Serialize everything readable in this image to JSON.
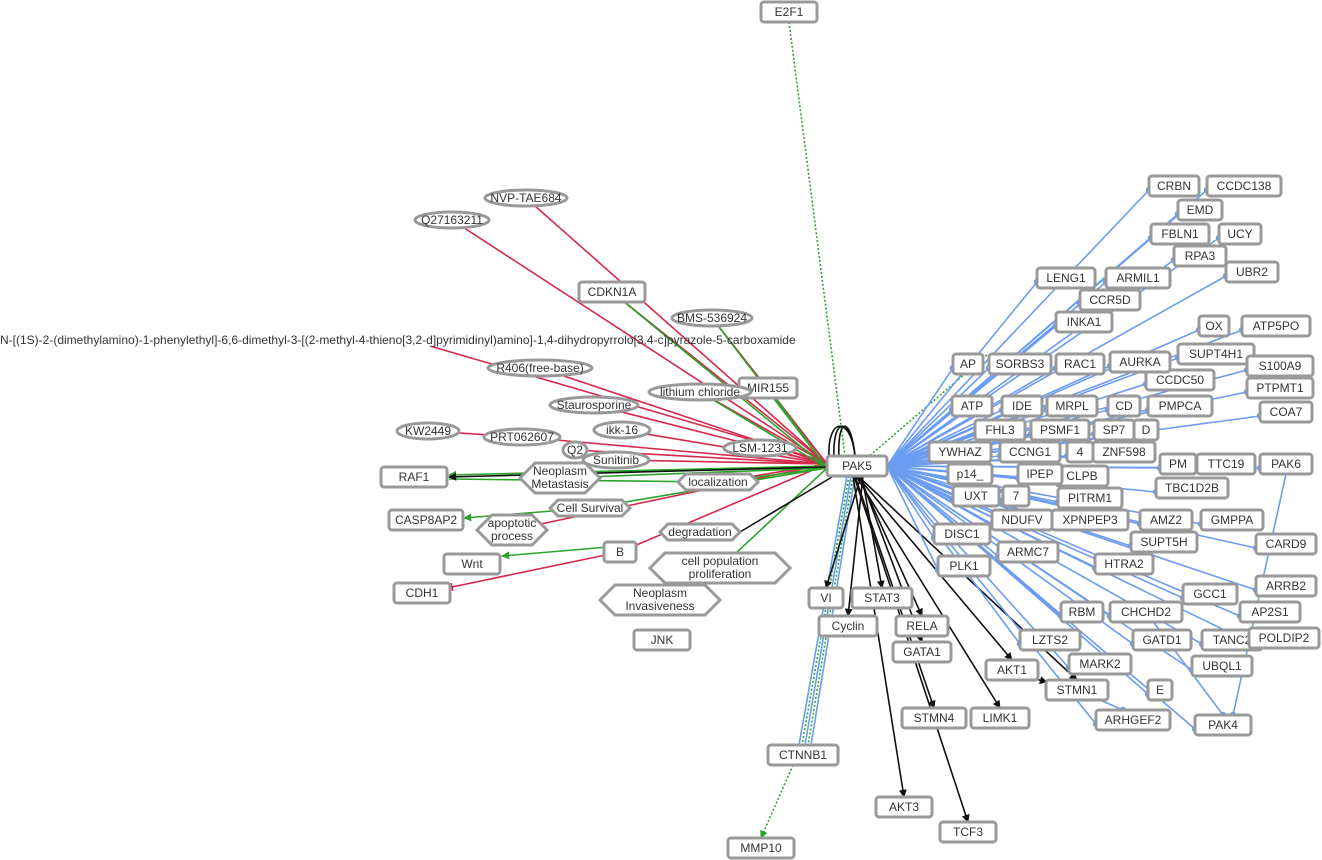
{
  "graph": {
    "title": "PAK5 interaction network",
    "colors": {
      "inhibition": "#d6284a",
      "activation": "#2aa52a",
      "binding": "#6b9cf2",
      "regulation": "#111111",
      "transcription": "#2aa52a",
      "node_border": "#999999",
      "node_fill": "#ffffff",
      "text": "#333333"
    },
    "center": "PAK5",
    "nodes": [
      {
        "id": "PAK5",
        "label": "PAK5",
        "shape": "rect"
      },
      {
        "id": "E2F1",
        "label": "E2F1",
        "shape": "rect"
      },
      {
        "id": "MMP10",
        "label": "MMP10",
        "shape": "rect"
      },
      {
        "id": "CTNNB1",
        "label": "CTNNB1",
        "shape": "rect"
      },
      {
        "id": "AKT3",
        "label": "AKT3",
        "shape": "rect"
      },
      {
        "id": "TCF3",
        "label": "TCF3",
        "shape": "rect"
      },
      {
        "id": "NVP-TAE684",
        "label": "NVP-TAE684",
        "shape": "ellipse"
      },
      {
        "id": "Q27163211",
        "label": "Q27163211",
        "shape": "ellipse"
      },
      {
        "id": "CDKN1A",
        "label": "CDKN1A",
        "shape": "rect"
      },
      {
        "id": "BMS-536924",
        "label": "BMS-536924",
        "shape": "ellipse"
      },
      {
        "id": "longchem",
        "label": "N-[(1S)-2-(dimethylamino)-1-phenylethyl]-6,6-dimethyl-3-[(2-methyl-4-thieno[3,2-d]pyrimidinyl)amino]-1,4-dihydropyrrolo[3,4-c]pyrazole-5-carboxamide",
        "shape": "ellipse"
      },
      {
        "id": "R406",
        "label": "R406(free-base)",
        "shape": "ellipse"
      },
      {
        "id": "MIR155",
        "label": "MIR155",
        "shape": "rect"
      },
      {
        "id": "lithium",
        "label": "lithium chloride",
        "shape": "ellipse"
      },
      {
        "id": "Staurosporine",
        "label": "Staurosporine",
        "shape": "ellipse"
      },
      {
        "id": "KW2449",
        "label": "KW2449",
        "shape": "ellipse"
      },
      {
        "id": "PRT062607",
        "label": "PRT062607",
        "shape": "ellipse"
      },
      {
        "id": "Q2",
        "label": "Q2",
        "shape": "ellipse"
      },
      {
        "id": "ikk-16",
        "label": "ikk-16",
        "shape": "ellipse"
      },
      {
        "id": "LSM-1231",
        "label": "LSM-1231",
        "shape": "ellipse"
      },
      {
        "id": "Sunitinib",
        "label": "Sunitinib",
        "shape": "ellipse"
      },
      {
        "id": "RAF1",
        "label": "RAF1",
        "shape": "rect"
      },
      {
        "id": "NeoMeta",
        "label": "Neoplasm Metastasis",
        "shape": "hexagon"
      },
      {
        "id": "localization",
        "label": "localization",
        "shape": "hexagon"
      },
      {
        "id": "CellSurvival",
        "label": "Cell Survival",
        "shape": "hexagon"
      },
      {
        "id": "CASP8AP2",
        "label": "CASP8AP2",
        "shape": "rect"
      },
      {
        "id": "apoptotic",
        "label": "apoptotic process",
        "shape": "hexagon"
      },
      {
        "id": "B",
        "label": "B",
        "shape": "rect"
      },
      {
        "id": "degradation",
        "label": "degradation",
        "shape": "hexagon"
      },
      {
        "id": "Wnt",
        "label": "Wnt",
        "shape": "rect"
      },
      {
        "id": "CDH1",
        "label": "CDH1",
        "shape": "rect"
      },
      {
        "id": "cellprolif",
        "label": "cell population proliferation",
        "shape": "hexagon"
      },
      {
        "id": "NeoInv",
        "label": "Neoplasm Invasiveness",
        "shape": "hexagon"
      },
      {
        "id": "JNK",
        "label": "JNK",
        "shape": "rect"
      },
      {
        "id": "VI",
        "label": "VI",
        "shape": "rect"
      },
      {
        "id": "STAT3",
        "label": "STAT3",
        "shape": "rect"
      },
      {
        "id": "Cyclin",
        "label": "Cyclin",
        "shape": "rect"
      },
      {
        "id": "RELA",
        "label": "RELA",
        "shape": "rect"
      },
      {
        "id": "GATA1",
        "label": "GATA1",
        "shape": "rect"
      },
      {
        "id": "LIMK1",
        "label": "LIMK1",
        "shape": "rect"
      },
      {
        "id": "STMN4",
        "label": "STMN4",
        "shape": "rect"
      },
      {
        "id": "AKT1",
        "label": "AKT1",
        "shape": "rect"
      },
      {
        "id": "STMN1",
        "label": "STMN1",
        "shape": "rect"
      },
      {
        "id": "ARHGEF2",
        "label": "ARHGEF2",
        "shape": "rect"
      },
      {
        "id": "LZTS2",
        "label": "LZTS2",
        "shape": "rect"
      },
      {
        "id": "MARK2",
        "label": "MARK2",
        "shape": "rect"
      },
      {
        "id": "RBM",
        "label": "RBM",
        "shape": "rect"
      },
      {
        "id": "CHCHD2",
        "label": "CHCHD2",
        "shape": "rect"
      },
      {
        "id": "GCC1",
        "label": "GCC1",
        "shape": "rect"
      },
      {
        "id": "AP2S1",
        "label": "AP2S1",
        "shape": "rect"
      },
      {
        "id": "GATD",
        "label": "GATD1",
        "shape": "rect"
      },
      {
        "id": "E2",
        "label": "E",
        "shape": "rect"
      },
      {
        "id": "UBQ",
        "label": "UBQL1",
        "shape": "rect"
      },
      {
        "id": "TANC2",
        "label": "TANC2",
        "shape": "rect"
      },
      {
        "id": "POLDIP2",
        "label": "POLDIP2",
        "shape": "rect"
      },
      {
        "id": "PAK4",
        "label": "PAK4",
        "shape": "rect"
      },
      {
        "id": "ARRB2",
        "label": "ARRB2",
        "shape": "rect"
      },
      {
        "id": "DISC1",
        "label": "DISC1",
        "shape": "rect"
      },
      {
        "id": "ARMC7",
        "label": "ARMC7",
        "shape": "rect"
      },
      {
        "id": "PLK1",
        "label": "PLK1",
        "shape": "rect"
      },
      {
        "id": "HTRA2",
        "label": "HTRA2",
        "shape": "rect"
      },
      {
        "id": "SUPT5H",
        "label": "SUPT5H",
        "shape": "rect"
      },
      {
        "id": "CARD9",
        "label": "CARD9",
        "shape": "rect"
      },
      {
        "id": "GMPPA",
        "label": "GMPPA",
        "shape": "rect"
      },
      {
        "id": "AMZ2",
        "label": "AMZ2",
        "shape": "rect"
      },
      {
        "id": "XPNPEP3",
        "label": "XPNPEP3",
        "shape": "rect"
      },
      {
        "id": "PITRM1",
        "label": "PITRM1",
        "shape": "rect"
      },
      {
        "id": "CLPB",
        "label": "CLPB",
        "shape": "rect"
      },
      {
        "id": "TBC1D2B",
        "label": "TBC1D2B",
        "shape": "rect"
      },
      {
        "id": "PAK6",
        "label": "PAK6",
        "shape": "rect"
      },
      {
        "id": "UXT",
        "label": "UXT",
        "shape": "rect"
      },
      {
        "id": "NDUFS7",
        "label": "7",
        "shape": "rect"
      },
      {
        "id": "NDUF",
        "label": "NDUFV",
        "shape": "rect"
      },
      {
        "id": "IPEP",
        "label": "IPEP",
        "shape": "rect"
      },
      {
        "id": "CCNG1",
        "label": "CCNG1",
        "shape": "rect"
      },
      {
        "id": "N4",
        "label": "4",
        "shape": "rect"
      },
      {
        "id": "ZNF598",
        "label": "ZNF598",
        "shape": "rect"
      },
      {
        "id": "p14",
        "label": "p14_",
        "shape": "rect"
      },
      {
        "id": "FHL3",
        "label": "FHL3",
        "shape": "rect"
      },
      {
        "id": "YWHAZ",
        "label": "YWHAZ",
        "shape": "rect"
      },
      {
        "id": "PM2",
        "label": "PM",
        "shape": "rect"
      },
      {
        "id": "TTC19",
        "label": "TTC19",
        "shape": "rect"
      },
      {
        "id": "ATP",
        "label": "ATP",
        "shape": "rect"
      },
      {
        "id": "IDE",
        "label": "IDE",
        "shape": "rect"
      },
      {
        "id": "MRP",
        "label": "MRPL",
        "shape": "rect"
      },
      {
        "id": "PSMF1",
        "label": "PSMF1",
        "shape": "rect"
      },
      {
        "id": "SP7",
        "label": "SP7",
        "shape": "rect"
      },
      {
        "id": "D",
        "label": "D",
        "shape": "rect"
      },
      {
        "id": "CD",
        "label": "CD",
        "shape": "rect"
      },
      {
        "id": "PMPCA",
        "label": "PMPCA",
        "shape": "rect"
      },
      {
        "id": "COA7",
        "label": "COA7",
        "shape": "rect"
      },
      {
        "id": "AP",
        "label": "AP",
        "shape": "rect"
      },
      {
        "id": "SORBS3",
        "label": "SORBS3",
        "shape": "rect"
      },
      {
        "id": "RAC1",
        "label": "RAC1",
        "shape": "rect"
      },
      {
        "id": "CCDC50",
        "label": "CCDC50",
        "shape": "rect"
      },
      {
        "id": "AURKA",
        "label": "AURKA",
        "shape": "rect"
      },
      {
        "id": "SUPT4H1",
        "label": "SUPT4H1",
        "shape": "rect"
      },
      {
        "id": "PTPMT1",
        "label": "PTPMT1",
        "shape": "rect"
      },
      {
        "id": "S100A9",
        "label": "S100A9",
        "shape": "rect"
      },
      {
        "id": "OX",
        "label": "OX",
        "shape": "rect"
      },
      {
        "id": "ATP5PO",
        "label": "ATP5PO",
        "shape": "rect"
      },
      {
        "id": "INKA1",
        "label": "INKA1",
        "shape": "rect"
      },
      {
        "id": "CCR",
        "label": "CCR5D",
        "shape": "rect"
      },
      {
        "id": "LENG1",
        "label": "LENG1",
        "shape": "rect"
      },
      {
        "id": "ARMIL1",
        "label": "ARMIL1",
        "shape": "rect"
      },
      {
        "id": "UBR2",
        "label": "UBR2",
        "shape": "rect"
      },
      {
        "id": "FBLN1",
        "label": "FBLN1",
        "shape": "rect"
      },
      {
        "id": "UCY",
        "label": "UCY",
        "shape": "rect"
      },
      {
        "id": "RPA3",
        "label": "RPA3",
        "shape": "rect"
      },
      {
        "id": "CRBN",
        "label": "CRBN",
        "shape": "rect"
      },
      {
        "id": "EMD",
        "label": "EMD",
        "shape": "rect"
      },
      {
        "id": "CCDC138",
        "label": "CCDC138",
        "shape": "rect"
      }
    ]
  }
}
